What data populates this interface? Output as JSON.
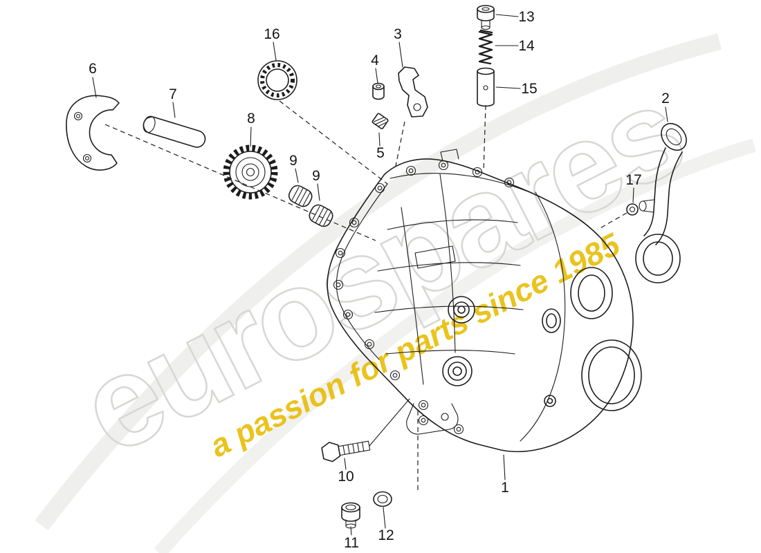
{
  "diagram": {
    "type": "exploded-parts-diagram",
    "line_color": "#1c1c1c",
    "background_color": "#ffffff"
  },
  "watermark": {
    "brand": "eurospares",
    "tagline": "a passion for parts since 1985",
    "brand_color": "#d7d7d4",
    "tagline_color": "#e8bb00"
  },
  "part_labels": [
    "6",
    "7",
    "16",
    "3",
    "4",
    "13",
    "14",
    "15",
    "2",
    "17",
    "8",
    "9",
    "9",
    "5",
    "10",
    "11",
    "12",
    "1"
  ]
}
